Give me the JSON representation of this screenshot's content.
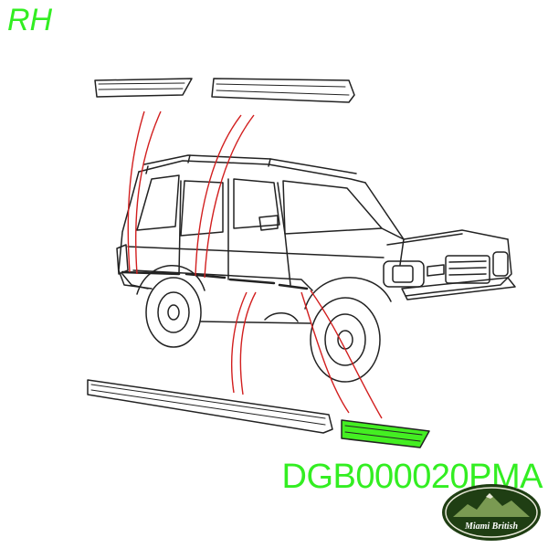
{
  "label": {
    "text": "RH",
    "color": "#33ee22"
  },
  "part_number": {
    "text": "DGB000020PMA",
    "color": "#33ee22"
  },
  "logo": {
    "text": "Miami British"
  },
  "colors": {
    "line_art": "#222222",
    "callout_lines": "#d21f1f",
    "highlight": "#44ee22",
    "logo_fill": "#1f3e13",
    "logo_mountain": "#7a9a52"
  }
}
